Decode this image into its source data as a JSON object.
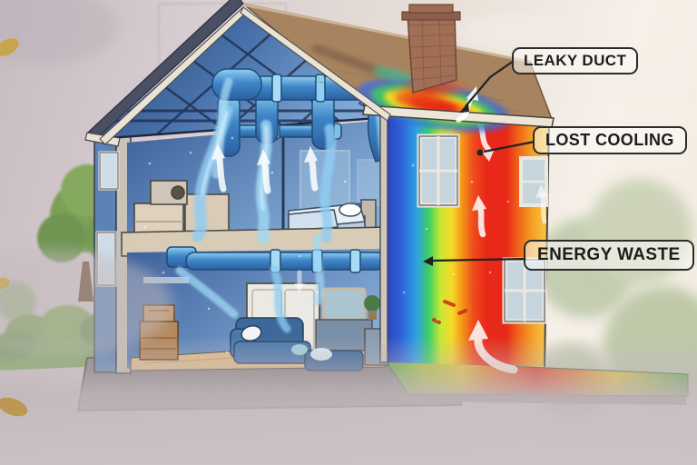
{
  "figure": {
    "description": "Cutaway illustration of a two-story house with leaky air ducts and thermal-imaging heat loss on the exterior wall",
    "callouts": [
      {
        "id": "leaky-duct",
        "text": "LEAKY DUCT",
        "points_to": "roof-eave-thermal-hot-spot"
      },
      {
        "id": "lost-cooling",
        "text": "LOST COOLING",
        "points_to": "heat-plume-under-eave"
      },
      {
        "id": "energy-waste",
        "text": "ENERGY WASTE",
        "points_to": "thermal-gradient-on-wall"
      }
    ]
  },
  "thermal_scale": {
    "cold_to_hot": [
      "#2a3fb8",
      "#2d9fe4",
      "#3ecf62",
      "#f5d928",
      "#f59718",
      "#e82818"
    ]
  },
  "palette": {
    "roof": "#a8835f",
    "roof_left_slope": "#4b4f63",
    "chimney_brick": "#a06f55",
    "duct_blue": "#4a90d0",
    "air_stream": "#9fd8f6",
    "interior_wall": "#4a71a9",
    "floor_wood": "#e3bf88",
    "foundation": "#857d7f",
    "label_border": "#2b2b2b",
    "label_text": "#1c1c1c",
    "sky": "#e9e0d8"
  },
  "icons": {
    "airflow-arrow": "curved white arrow (escaping air)",
    "air-stream": "wavy translucent blue ribbon (leaking conditioned air)",
    "callout-pointer": "black leader line"
  }
}
